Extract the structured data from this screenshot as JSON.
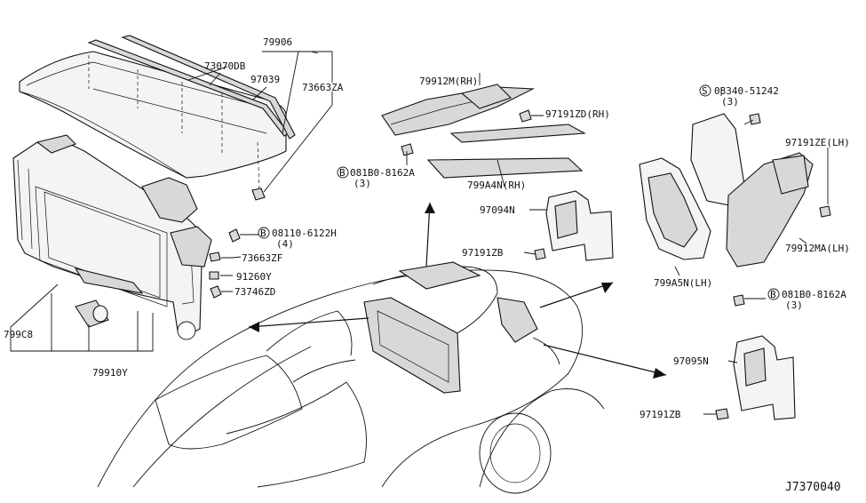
{
  "diagram": {
    "reference_code": "J7370040",
    "labels": {
      "l79906": "79906",
      "l73070DB": "73070DB",
      "l97039": "97039",
      "l73663ZA": "73663ZA",
      "l08110_num": "08110-6122H",
      "l08110_prefix": "B",
      "l08110_qty": "(4)",
      "l73663ZF": "73663ZF",
      "l91260Y": "91260Y",
      "l73746ZD": "73746ZD",
      "l799C8": "799C8",
      "l79910Y": "79910Y",
      "l79912M": "79912M(RH)",
      "l97191ZD": "97191ZD(RH)",
      "l081B0_rh_prefix": "B",
      "l081B0_rh_num": "081B0-8162A",
      "l081B0_rh_qty": "(3)",
      "l799A4N": "799A4N(RH)",
      "l97094N": "97094N",
      "l97191ZB_top": "97191ZB",
      "l08340_prefix": "S",
      "l08340_num": "08340-51242",
      "l08340_qty": "(3)",
      "l97191ZE": "97191ZE(LH)",
      "l79912MA": "79912MA(LH)",
      "l799A5N": "799A5N(LH)",
      "l081B0_lh_prefix": "B",
      "l081B0_lh_num": "081B0-8162A",
      "l081B0_lh_qty": "(3)",
      "l97095N": "97095N",
      "l97191ZB_bottom": "97191ZB"
    }
  }
}
